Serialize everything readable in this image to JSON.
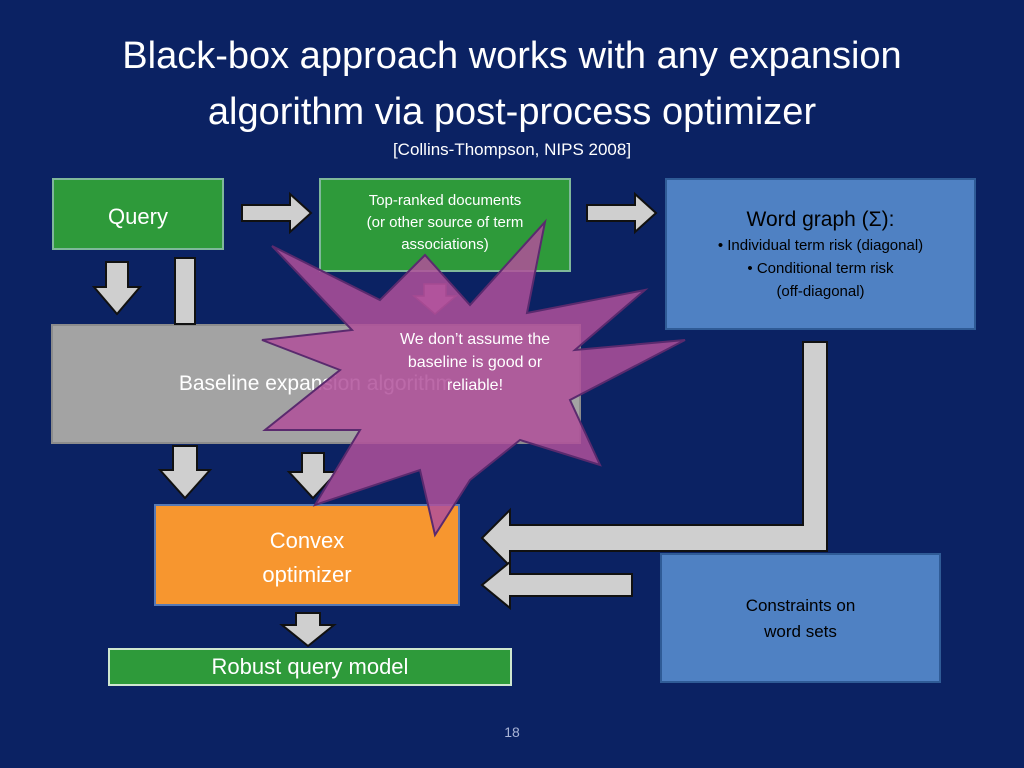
{
  "slide": {
    "title_line1": "Black-box approach works with any expansion",
    "title_line2": "algorithm via post-process optimizer",
    "citation": "[Collins-Thompson, NIPS 2008]",
    "page_number": "18"
  },
  "boxes": {
    "query": "Query",
    "top_docs_line1": "Top-ranked documents",
    "top_docs_line2": "(or other source of term",
    "top_docs_line3": "associations)",
    "word_graph_title": "Word graph (Σ):",
    "word_graph_bullet1": "Individual term risk (diagonal)",
    "word_graph_bullet2": "Conditional term risk",
    "word_graph_bullet2_cont": "(off-diagonal)",
    "baseline": "Baseline expansion algorithm",
    "convex_line1": "Convex",
    "convex_line2": "optimizer",
    "constraints_line1": "Constraints on",
    "constraints_line2": "word sets",
    "robust": "Robust query model"
  },
  "callout": {
    "line1": "We don’t assume the",
    "line2": "baseline is good or",
    "line3": "reliable!"
  },
  "colors": {
    "background": "#0b2263",
    "green": "#2e9a3a",
    "blue": "#4f81c3",
    "gray": "#a3a3a3",
    "orange": "#f7962f",
    "burst": "#b0509a"
  }
}
